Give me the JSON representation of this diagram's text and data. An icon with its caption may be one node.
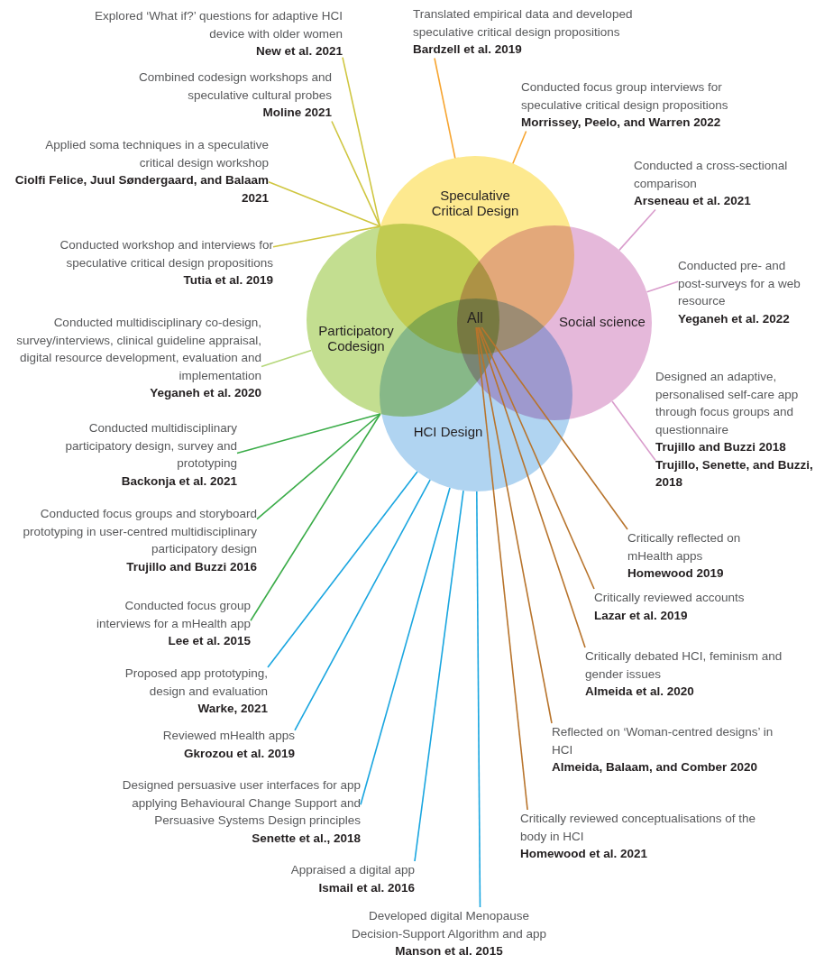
{
  "diagram": {
    "nodes": [
      {
        "text": [
          "Speculative Critical Design"
        ]
      },
      {
        "text": [
          "Participatory Codesign"
        ]
      },
      {
        "text": [
          "All"
        ]
      },
      {
        "text": [
          "Social science"
        ]
      },
      {
        "text": [
          "HCI Design"
        ]
      },
      {
        "text": [
          "Explored ‘What if?’ questions for adaptive HCI device with older women",
          "New et al. 2021"
        ]
      },
      {
        "text": [
          "Translated empirical data and developed speculative critical design propositions",
          "Bardzell et al. 2019"
        ]
      },
      {
        "text": [
          "Combined codesign workshops and speculative cultural probes",
          "Moline 2021"
        ]
      },
      {
        "text": [
          "Conducted focus group interviews for speculative critical design propositions",
          "Morrissey, Peelo, and Warren 2022"
        ]
      },
      {
        "text": [
          "Applied soma techniques in a speculative critical design workshop",
          "Ciolfi Felice, Juul Søndergaard, and Balaam 2021"
        ]
      },
      {
        "text": [
          "Conducted a cross-sectional comparison",
          "Arseneau et al. 2021"
        ]
      },
      {
        "text": [
          "Conducted workshop and interviews for speculative critical design propositions",
          "Tutia et al. 2019"
        ]
      },
      {
        "text": [
          "Conducted pre- and post-surveys for a web resource",
          "Yeganeh et al. 2022"
        ]
      },
      {
        "text": [
          "Conducted multidisciplinary co-design, survey/interviews, clinical guideline appraisal, digital resource development, evaluation and implementation",
          "Yeganeh et al. 2020"
        ]
      },
      {
        "text": [
          "Designed an adaptive, personalised self-care app through focus groups and questionnaire",
          "Trujillo and Buzzi 2018",
          "Trujillo, Senette, and Buzzi, 2018"
        ]
      },
      {
        "text": [
          "Conducted multidisciplinary participatory design, survey and prototyping",
          "Backonja et al. 2021"
        ]
      },
      {
        "text": [
          "Conducted focus groups and storyboard prototyping in user-centred multidisciplinary participatory design",
          "Trujillo and Buzzi 2016"
        ]
      },
      {
        "text": [
          "Critically reflected on mHealth apps",
          "Homewood 2019"
        ]
      },
      {
        "text": [
          "Critically reviewed accounts",
          "Lazar et al. 2019"
        ]
      },
      {
        "text": [
          "Conducted focus group interviews for a mHealth app",
          "Lee et al. 2015"
        ]
      },
      {
        "text": [
          "Critically debated HCI, feminism and gender issues",
          "Almeida et al. 2020"
        ]
      },
      {
        "text": [
          "Proposed app prototyping, design and evaluation",
          "Warke, 2021"
        ]
      },
      {
        "text": [
          "Reviewed mHealth apps",
          "Gkrozou et al. 2019"
        ]
      },
      {
        "text": [
          "Reflected on ‘Woman-centred designs’ in HCI",
          "Almeida, Balaam, and Comber 2020"
        ]
      },
      {
        "text": [
          "Designed persuasive user interfaces for app applying Behavioural Change Support and Persuasive Systems Design principles",
          "Senette et al., 2018"
        ]
      },
      {
        "text": [
          "Critically reviewed conceptualisations of the body in HCI",
          "Homewood et al. 2021"
        ]
      },
      {
        "text": [
          "Appraised a digital app",
          "Ismail et al. 2016"
        ]
      },
      {
        "text": [
          "Developed digital Menopause Decision-Support Algorithm and app",
          "Manson et al. 2015"
        ]
      }
    ],
    "edges": [
      {
        "from": 5,
        "to": 1,
        "arrow": "none",
        "color": "#cfc640"
      },
      {
        "from": 6,
        "to": 0,
        "arrow": "none",
        "color": "#f7a531"
      },
      {
        "from": 7,
        "to": 1,
        "arrow": "none",
        "color": "#cfc640"
      },
      {
        "from": 8,
        "to": 0,
        "arrow": "none",
        "color": "#f7a531"
      },
      {
        "from": 9,
        "to": 1,
        "arrow": "none",
        "color": "#cfc640"
      },
      {
        "from": 10,
        "to": 3,
        "arrow": "none",
        "color": "#d99ccc"
      },
      {
        "from": 11,
        "to": 1,
        "arrow": "none",
        "color": "#cfc640"
      },
      {
        "from": 12,
        "to": 3,
        "arrow": "none",
        "color": "#d99ccc"
      },
      {
        "from": 13,
        "to": 1,
        "arrow": "none",
        "color": "#b5d77a"
      },
      {
        "from": 14,
        "to": 3,
        "arrow": "none",
        "color": "#d99ccc"
      },
      {
        "from": 15,
        "to": 1,
        "arrow": "none",
        "color": "#3aac48"
      },
      {
        "from": 16,
        "to": 1,
        "arrow": "none",
        "color": "#3aac48"
      },
      {
        "from": 17,
        "to": 2,
        "arrow": "none",
        "color": "#b8742c"
      },
      {
        "from": 18,
        "to": 2,
        "arrow": "none",
        "color": "#b8742c"
      },
      {
        "from": 19,
        "to": 1,
        "arrow": "none",
        "color": "#3aac48"
      },
      {
        "from": 20,
        "to": 2,
        "arrow": "none",
        "color": "#b8742c"
      },
      {
        "from": 21,
        "to": 4,
        "arrow": "none",
        "color": "#1aa6e0"
      },
      {
        "from": 22,
        "to": 4,
        "arrow": "none",
        "color": "#1aa6e0"
      },
      {
        "from": 23,
        "to": 2,
        "arrow": "none",
        "color": "#b8742c"
      },
      {
        "from": 24,
        "to": 4,
        "arrow": "none",
        "color": "#1aa6e0"
      },
      {
        "from": 25,
        "to": 2,
        "arrow": "none",
        "color": "#b8742c"
      },
      {
        "from": 26,
        "to": 4,
        "arrow": "none",
        "color": "#1aa6e0"
      },
      {
        "from": 27,
        "to": 4,
        "arrow": "none",
        "color": "#1aa6e0"
      }
    ]
  }
}
